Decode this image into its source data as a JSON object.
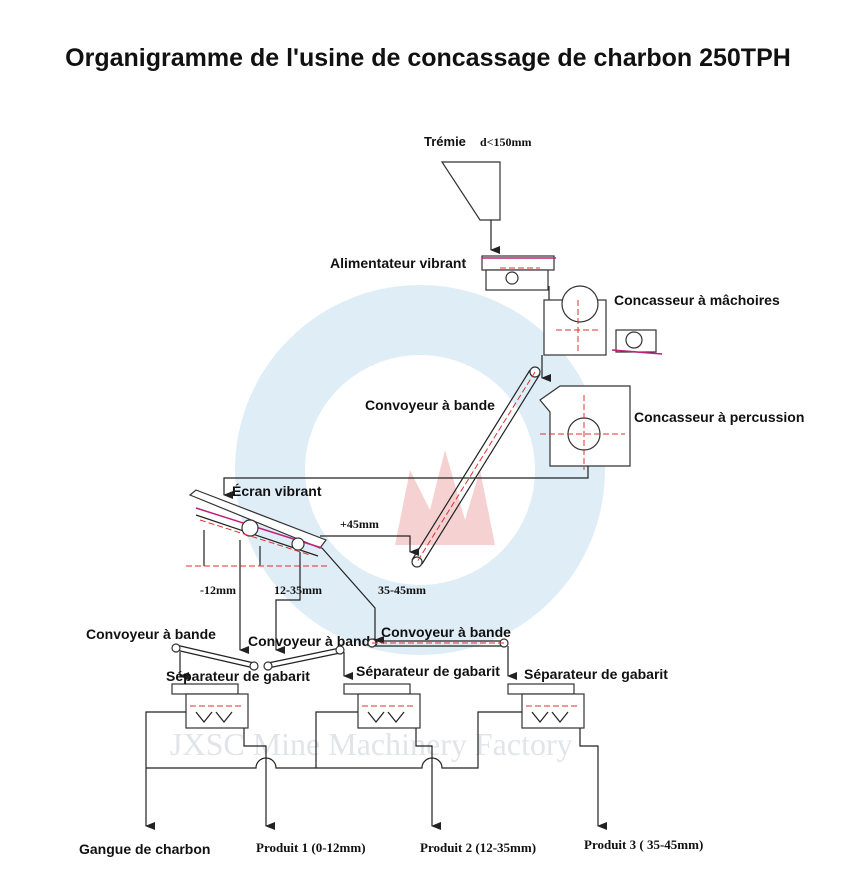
{
  "title": "Organigramme de l'usine de concassage de charbon 250TPH",
  "watermark": "JXSC Mine Machinery Factory",
  "nodes": {
    "hopper": "Trémie",
    "hopper_size": "d<150mm",
    "vibrating_feeder": "Alimentateur vibrant",
    "jaw_crusher": "Concasseur à mâchoires",
    "belt_conveyor_main": "Convoyeur à bande",
    "impact_crusher": "Concasseur à percussion",
    "vibrating_screen": "Écran vibrant",
    "oversize": "+45mm",
    "fraction_1": "-12mm",
    "fraction_2": "12-35mm",
    "fraction_3": "35-45mm",
    "conveyor_1": "Convoyeur à bande",
    "conveyor_2": "Convoyeur à bande",
    "conveyor_3": "Convoyeur à bande",
    "separator_1": "Séparateur de gabarit",
    "separator_2": "Séparateur de gabarit",
    "separator_3": "Séparateur de gabarit",
    "gangue": "Gangue de charbon",
    "product_1": "Produit 1 (0-12mm)",
    "product_2": "Produit 2 (12-35mm)",
    "product_3": "Produit 3 ( 35-45mm)"
  },
  "colors": {
    "line": "#222222",
    "accent_red": "#e03030",
    "accent_magenta": "#c0207a",
    "logo_blue": "#d7e8f5",
    "logo_red": "#f4c6c6"
  }
}
